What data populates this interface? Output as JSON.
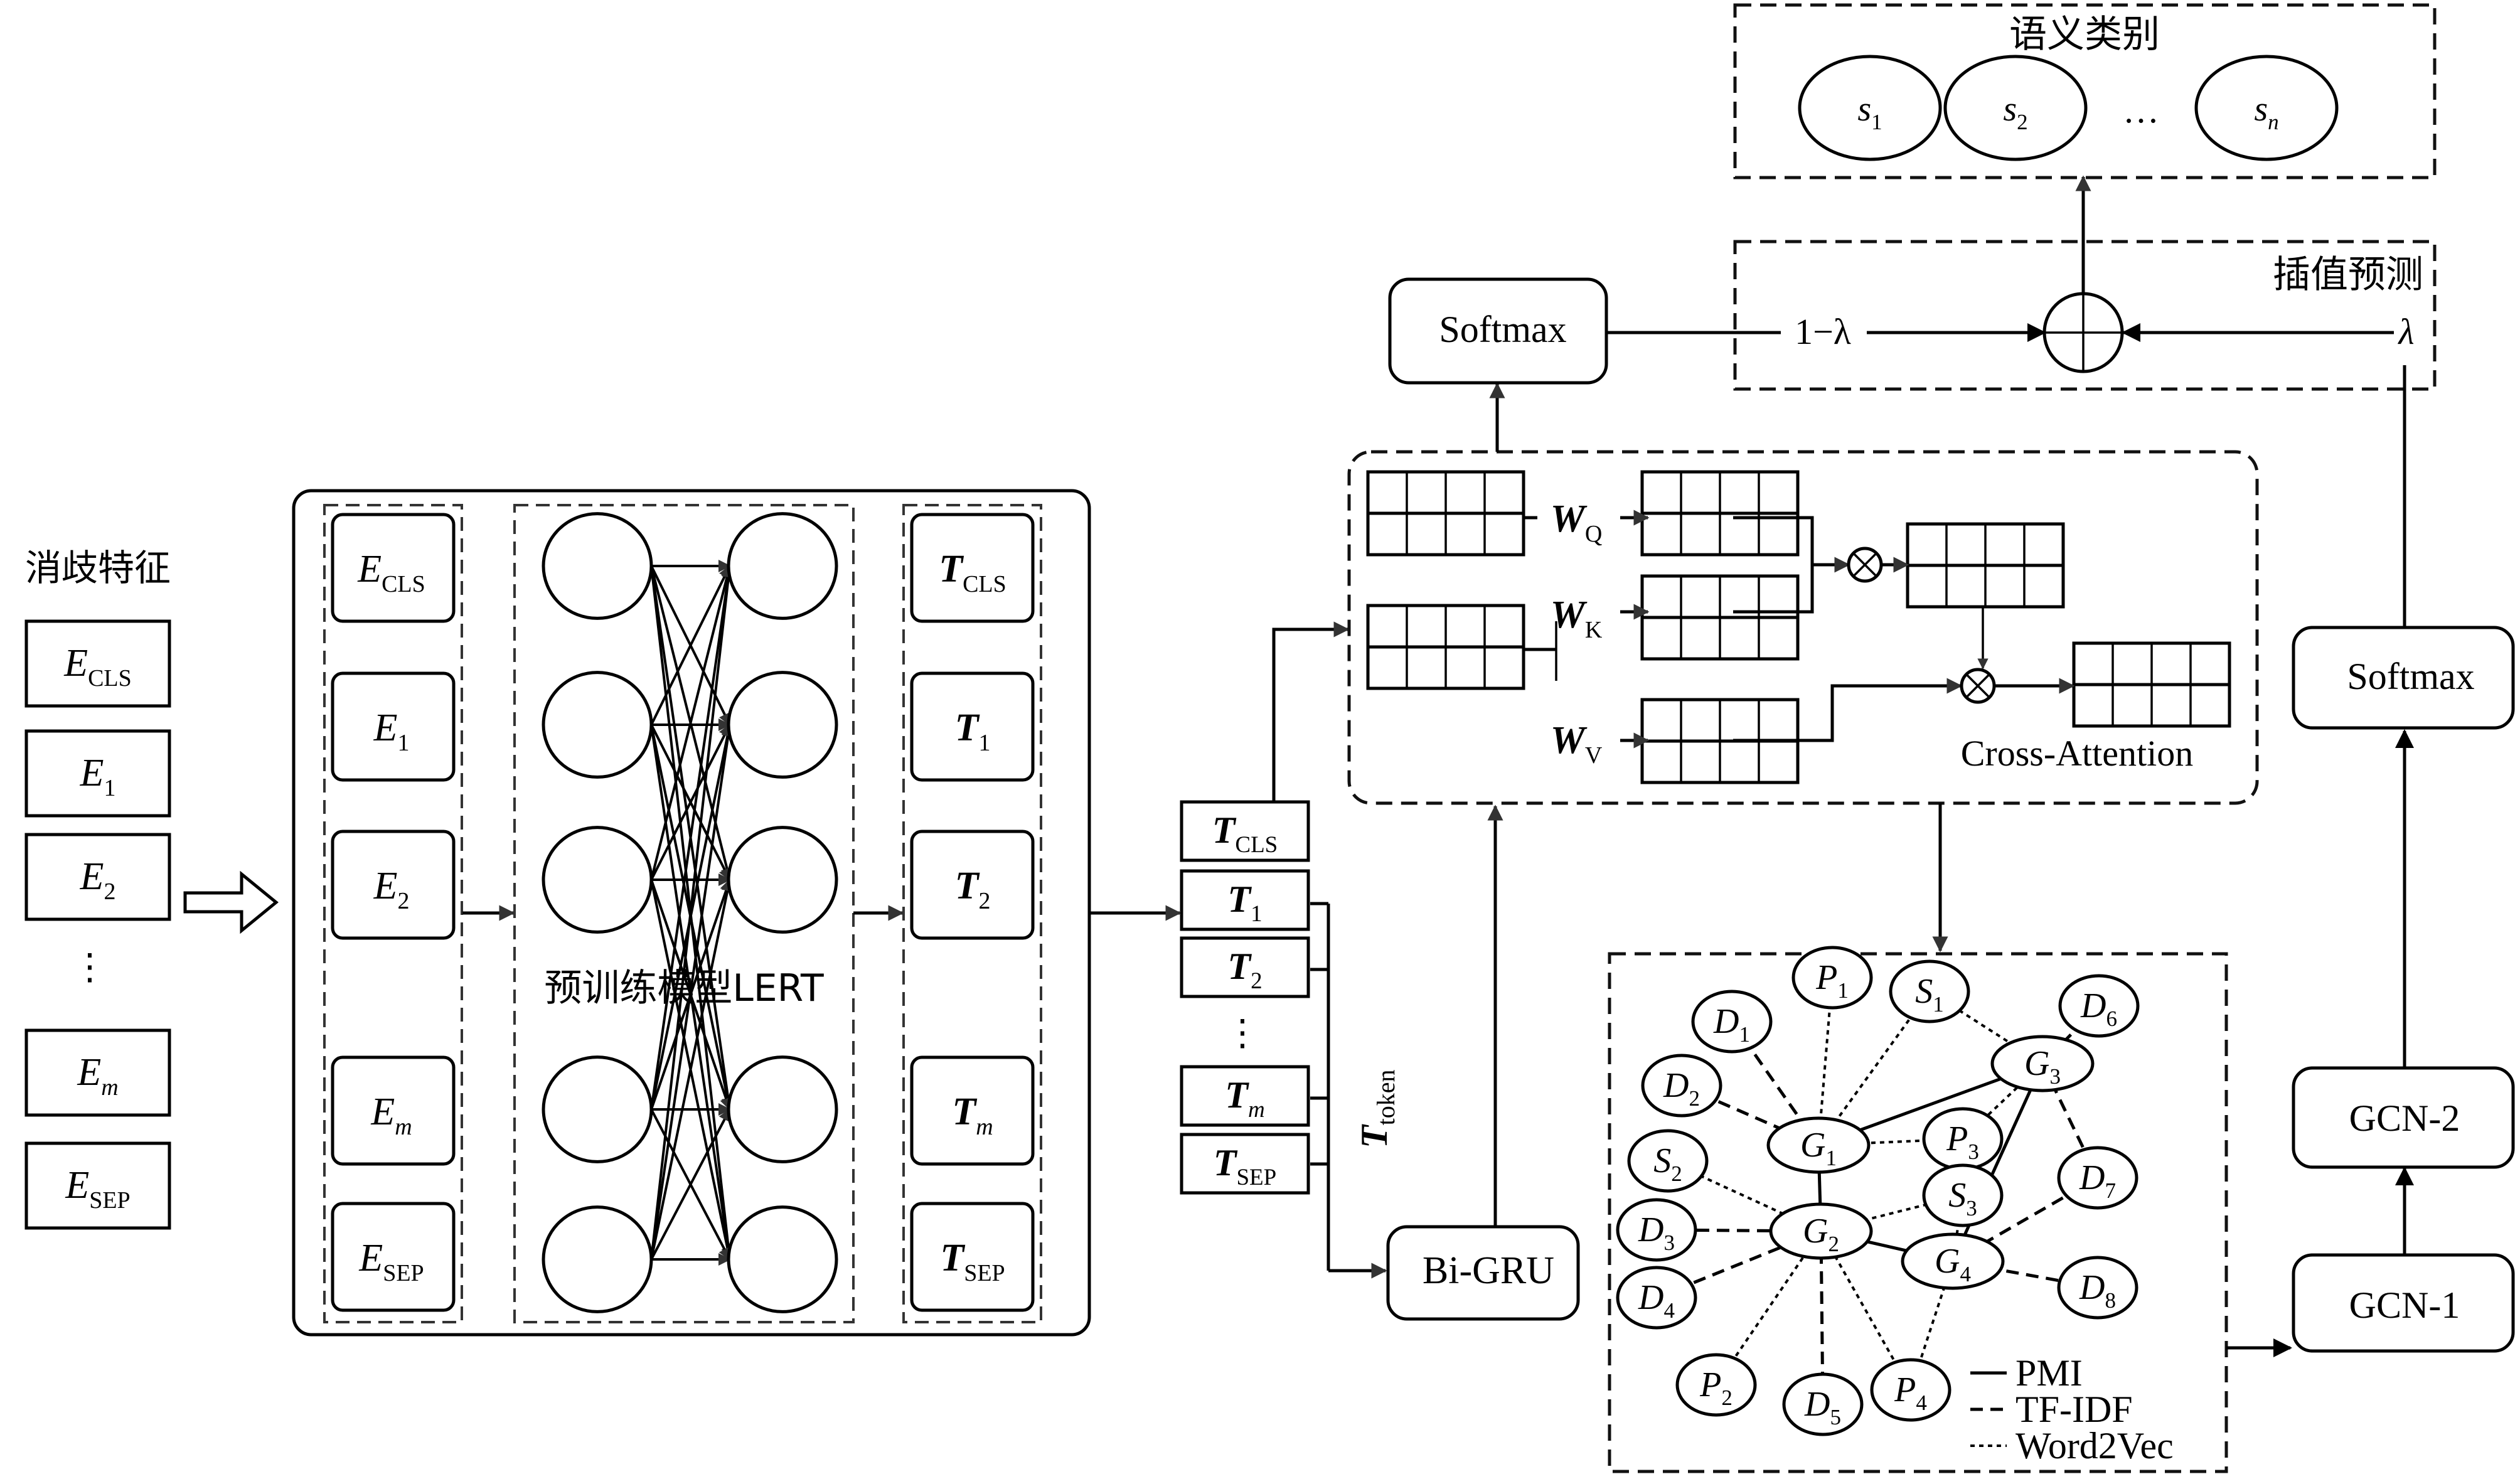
{
  "disambiguation_features": {
    "title": "消歧特征",
    "items": [
      {
        "base": "E",
        "sub": "CLS"
      },
      {
        "base": "E",
        "sub": "1"
      },
      {
        "base": "E",
        "sub": "2"
      },
      {
        "base": "E",
        "sub": "m"
      },
      {
        "base": "E",
        "sub": "SEP"
      }
    ],
    "ellipsis": "⋮"
  },
  "lert_block": {
    "label": "预训练模型LERT",
    "inputs": [
      {
        "base": "E",
        "sub": "CLS"
      },
      {
        "base": "E",
        "sub": "1"
      },
      {
        "base": "E",
        "sub": "2"
      },
      {
        "base": "E",
        "sub": "m"
      },
      {
        "base": "E",
        "sub": "SEP"
      }
    ],
    "outputs": [
      {
        "base": "T",
        "sub": "CLS"
      },
      {
        "base": "T",
        "sub": "1"
      },
      {
        "base": "T",
        "sub": "2"
      },
      {
        "base": "T",
        "sub": "m"
      },
      {
        "base": "T",
        "sub": "SEP"
      }
    ]
  },
  "token_outputs": {
    "items": [
      {
        "base": "T",
        "sub": "CLS"
      },
      {
        "base": "T",
        "sub": "1"
      },
      {
        "base": "T",
        "sub": "2"
      },
      {
        "base": "T",
        "sub": "m"
      },
      {
        "base": "T",
        "sub": "SEP"
      }
    ],
    "ellipsis": "⋮",
    "token_label": {
      "base": "T",
      "sub": "token"
    }
  },
  "bigru": {
    "label": "Bi-GRU"
  },
  "cross_attention": {
    "label": "Cross-Attention",
    "weights": [
      {
        "base": "W",
        "sub": "Q"
      },
      {
        "base": "W",
        "sub": "K"
      },
      {
        "base": "W",
        "sub": "V"
      }
    ],
    "operator_symbol": "⊗"
  },
  "softmax_left": {
    "label": "Softmax"
  },
  "softmax_right": {
    "label": "Softmax"
  },
  "gcn": {
    "layer1": "GCN-1",
    "layer2": "GCN-2"
  },
  "interpolation": {
    "title": "插值预测",
    "left_weight": "1−λ",
    "right_weight": "λ",
    "operator_symbol": "⊕"
  },
  "semantic_categories": {
    "title": "语义类别",
    "items": [
      {
        "base": "s",
        "sub": "1"
      },
      {
        "base": "s",
        "sub": "2"
      },
      {
        "base": "s",
        "sub": "n"
      }
    ],
    "ellipsis": "…"
  },
  "graph": {
    "nodes": [
      {
        "id": "P1",
        "base": "P",
        "sub": "1"
      },
      {
        "id": "S1",
        "base": "S",
        "sub": "1"
      },
      {
        "id": "D6",
        "base": "D",
        "sub": "6"
      },
      {
        "id": "D1",
        "base": "D",
        "sub": "1"
      },
      {
        "id": "G3",
        "base": "G",
        "sub": "3"
      },
      {
        "id": "D2",
        "base": "D",
        "sub": "2"
      },
      {
        "id": "G1",
        "base": "G",
        "sub": "1"
      },
      {
        "id": "P3",
        "base": "P",
        "sub": "3"
      },
      {
        "id": "S2",
        "base": "S",
        "sub": "2"
      },
      {
        "id": "D7",
        "base": "D",
        "sub": "7"
      },
      {
        "id": "S3",
        "base": "S",
        "sub": "3"
      },
      {
        "id": "D3",
        "base": "D",
        "sub": "3"
      },
      {
        "id": "G2",
        "base": "G",
        "sub": "2"
      },
      {
        "id": "G4",
        "base": "G",
        "sub": "4"
      },
      {
        "id": "D4",
        "base": "D",
        "sub": "4"
      },
      {
        "id": "D8",
        "base": "D",
        "sub": "8"
      },
      {
        "id": "P2",
        "base": "P",
        "sub": "2"
      },
      {
        "id": "D5",
        "base": "D",
        "sub": "5"
      },
      {
        "id": "P4",
        "base": "P",
        "sub": "4"
      }
    ],
    "edges": [
      {
        "from": "G1",
        "to": "G3",
        "type": "PMI"
      },
      {
        "from": "G1",
        "to": "G2",
        "type": "PMI"
      },
      {
        "from": "G2",
        "to": "G4",
        "type": "PMI"
      },
      {
        "from": "G4",
        "to": "G3",
        "type": "PMI"
      },
      {
        "from": "D1",
        "to": "G1",
        "type": "TF-IDF"
      },
      {
        "from": "D2",
        "to": "G1",
        "type": "TF-IDF"
      },
      {
        "from": "D6",
        "to": "G3",
        "type": "TF-IDF"
      },
      {
        "from": "G3",
        "to": "D7",
        "type": "TF-IDF"
      },
      {
        "from": "D3",
        "to": "G2",
        "type": "TF-IDF"
      },
      {
        "from": "D4",
        "to": "G2",
        "type": "TF-IDF"
      },
      {
        "from": "D5",
        "to": "G2",
        "type": "TF-IDF"
      },
      {
        "from": "D7",
        "to": "G4",
        "type": "TF-IDF"
      },
      {
        "from": "D8",
        "to": "G4",
        "type": "TF-IDF"
      },
      {
        "from": "P1",
        "to": "G1",
        "type": "Word2Vec"
      },
      {
        "from": "S1",
        "to": "G1",
        "type": "Word2Vec"
      },
      {
        "from": "S1",
        "to": "G3",
        "type": "Word2Vec"
      },
      {
        "from": "G1",
        "to": "P3",
        "type": "Word2Vec"
      },
      {
        "from": "P3",
        "to": "G3",
        "type": "Word2Vec"
      },
      {
        "from": "S2",
        "to": "G2",
        "type": "Word2Vec"
      },
      {
        "from": "G2",
        "to": "S3",
        "type": "Word2Vec"
      },
      {
        "from": "S3",
        "to": "G4",
        "type": "Word2Vec"
      },
      {
        "from": "P2",
        "to": "G2",
        "type": "Word2Vec"
      },
      {
        "from": "P4",
        "to": "G2",
        "type": "Word2Vec"
      },
      {
        "from": "G4",
        "to": "P4",
        "type": "Word2Vec"
      }
    ],
    "legend": [
      {
        "style": "solid",
        "label": "PMI"
      },
      {
        "style": "dashed",
        "label": "TF-IDF"
      },
      {
        "style": "dotted",
        "label": "Word2Vec"
      }
    ]
  }
}
